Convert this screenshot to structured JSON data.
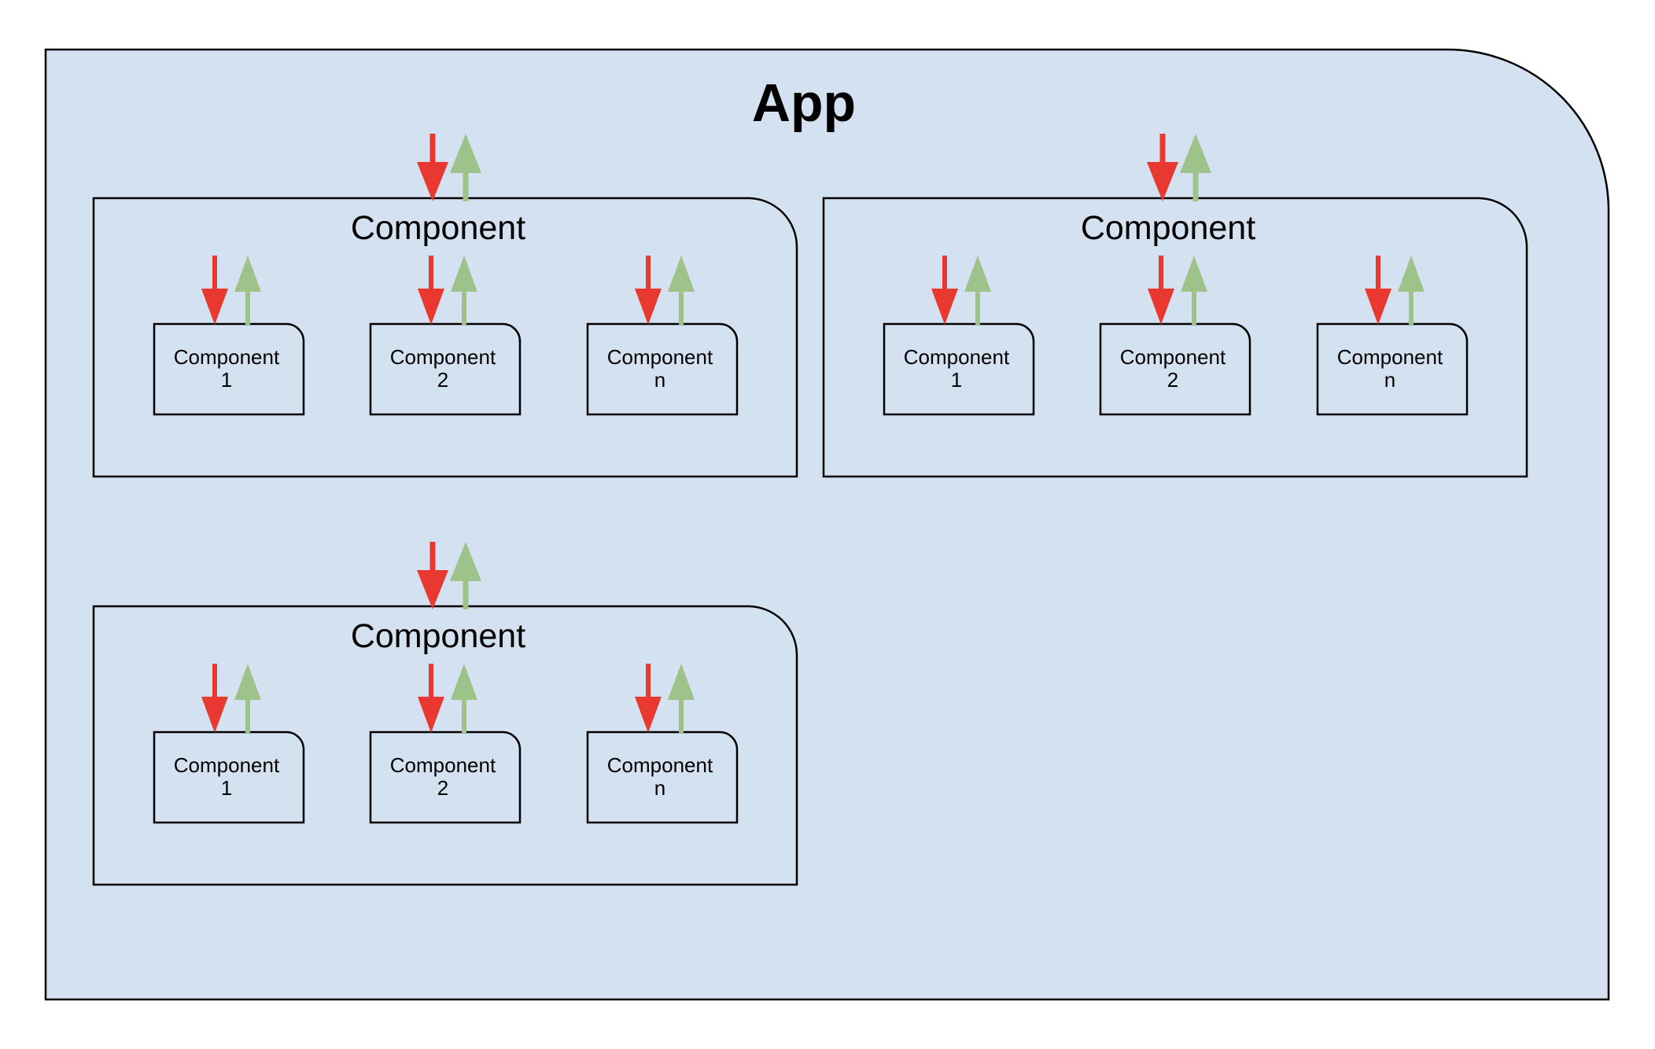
{
  "app": {
    "title": "App",
    "fill_color": "#d4e1f0"
  },
  "colors": {
    "arrow_down": "#e8382f",
    "arrow_up": "#9ec38a",
    "stroke": "#000000"
  },
  "groups": [
    {
      "title": "Component",
      "children": [
        {
          "line1": "Component",
          "line2": "1"
        },
        {
          "line1": "Component",
          "line2": "2"
        },
        {
          "line1": "Component",
          "line2": "n"
        }
      ]
    },
    {
      "title": "Component",
      "children": [
        {
          "line1": "Component",
          "line2": "1"
        },
        {
          "line1": "Component",
          "line2": "2"
        },
        {
          "line1": "Component",
          "line2": "n"
        }
      ]
    },
    {
      "title": "Component",
      "children": [
        {
          "line1": "Component",
          "line2": "1"
        },
        {
          "line1": "Component",
          "line2": "2"
        },
        {
          "line1": "Component",
          "line2": "n"
        }
      ]
    }
  ]
}
